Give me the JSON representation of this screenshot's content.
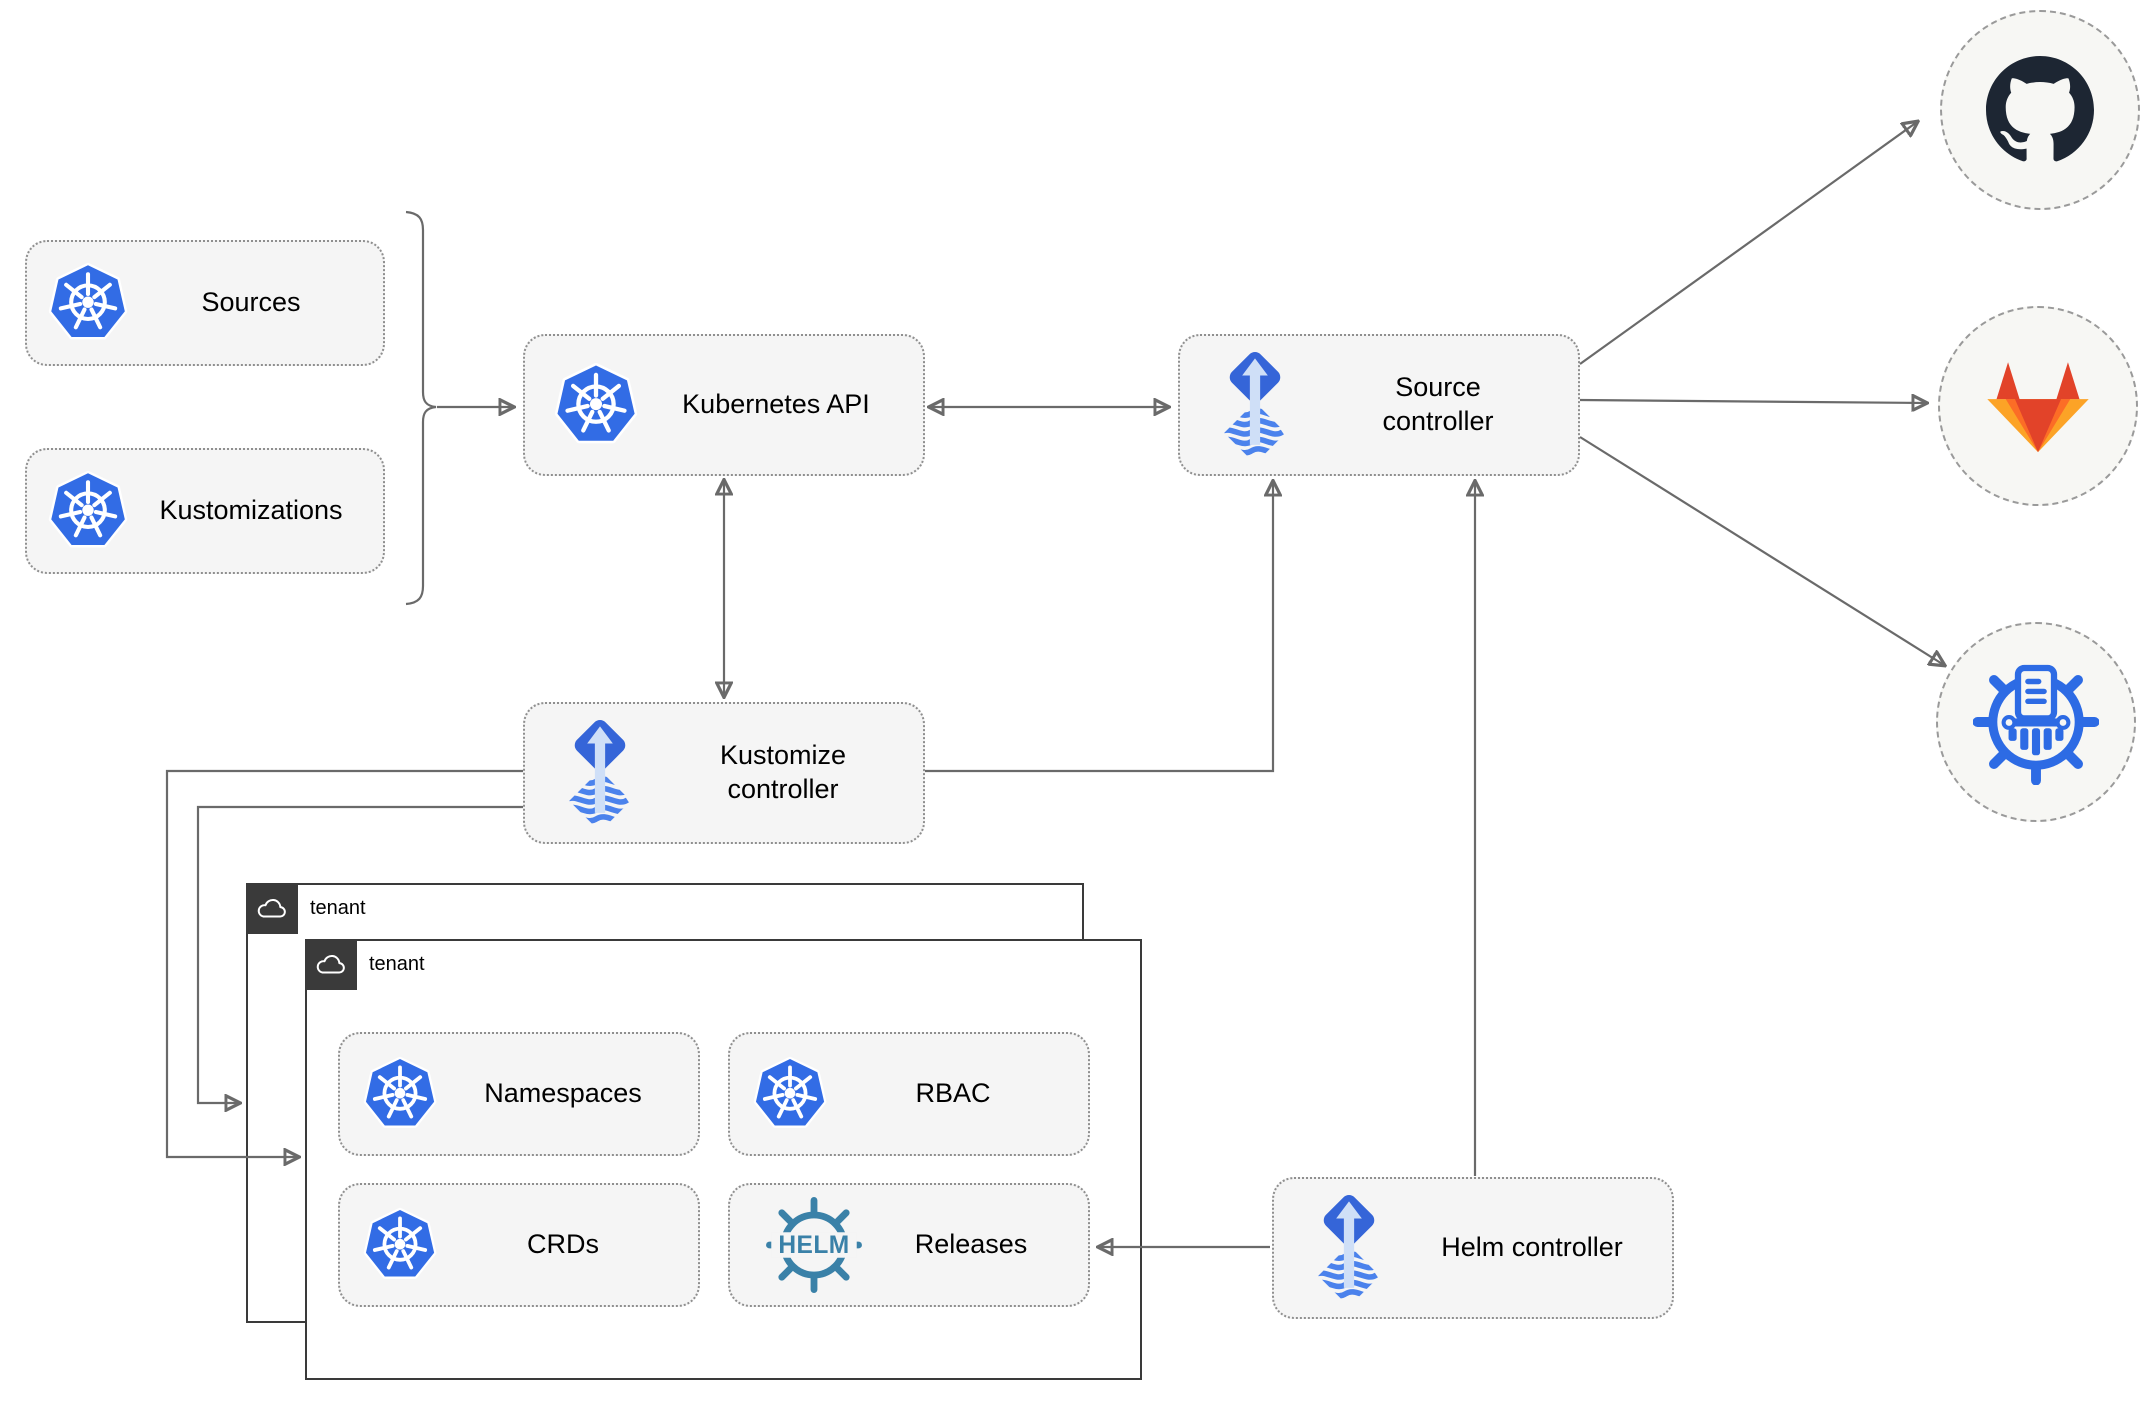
{
  "nodes": {
    "sources": {
      "label": "Sources"
    },
    "kustomizations": {
      "label": "Kustomizations"
    },
    "kubernetes_api": {
      "label": "Kubernetes API"
    },
    "source_controller": {
      "label": "Source controller"
    },
    "kustomize_controller": {
      "label": "Kustomize controller"
    },
    "helm_controller": {
      "label": "Helm controller"
    },
    "namespaces": {
      "label": "Namespaces"
    },
    "rbac": {
      "label": "RBAC"
    },
    "crds": {
      "label": "CRDs"
    },
    "releases": {
      "label": "Releases"
    }
  },
  "tenants": [
    {
      "label": "tenant"
    },
    {
      "label": "tenant"
    }
  ],
  "helm_logo_text": "HELM",
  "icons": {
    "kubernetes": "kubernetes-wheel-icon",
    "flux": "flux-arrow-icon",
    "helm": "helm-wheel-icon",
    "github": "github-octocat-icon",
    "gitlab": "gitlab-tanuki-icon",
    "harbor": "harbor-registry-icon",
    "cloud": "cloud-icon"
  },
  "colors": {
    "kubernetes_blue": "#326ce5",
    "flux_diamond_blue": "#3565d8",
    "flux_wave_blue": "#4b82ec",
    "helm_teal": "#3a81a8",
    "github_dark": "#1d2633",
    "gitlab_red": "#e24329",
    "gitlab_orange": "#fc6d26",
    "gitlab_amber": "#fca326",
    "harbor_blue": "#2d6be4",
    "connector_gray": "#6a6a6a",
    "node_fill": "#f5f5f5",
    "tenant_dark": "#3a3a3a"
  }
}
